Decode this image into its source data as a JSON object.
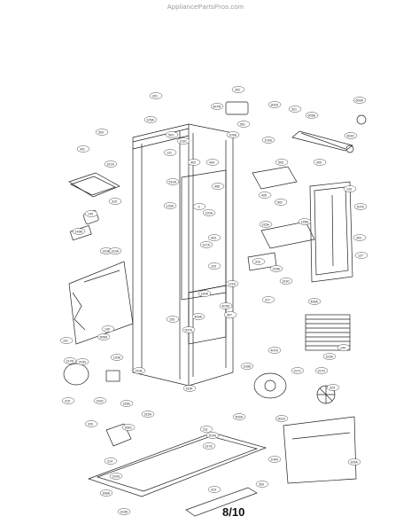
{
  "header": {
    "watermark": "AppliancePartsPros.com"
  },
  "footer": {
    "page_number": "8/10"
  },
  "part_labels": [
    "301",
    "105A",
    "302",
    "307W",
    "501",
    "103A",
    "603A",
    "603B",
    "302A",
    "321",
    "603C",
    "509",
    "401",
    "503",
    "103C",
    "321A",
    "402",
    "409",
    "131",
    "101B",
    "505",
    "305",
    "145",
    "319",
    "149B",
    "406",
    "510A",
    "3",
    "125A",
    "120A",
    "405",
    "502",
    "128",
    "307A",
    "316A",
    "126B",
    "303",
    "319A",
    "403",
    "317A",
    "103",
    "316",
    "127",
    "319B",
    "319C",
    "317",
    "130A",
    "131A",
    "406A",
    "402B",
    "407",
    "313A",
    "105",
    "409A",
    "507A",
    "323A",
    "144",
    "140",
    "505B",
    "101",
    "407A",
    "120B",
    "317B",
    "319D",
    "319E",
    "317C",
    "317D",
    "324",
    "319F",
    "103B",
    "315",
    "316C",
    "316E",
    "315A",
    "503A",
    "501A",
    "306C",
    "311",
    "307B",
    "326",
    "317E",
    "314",
    "104A",
    "305A",
    "319G",
    "308A",
    "309",
    "410",
    "313B"
  ]
}
